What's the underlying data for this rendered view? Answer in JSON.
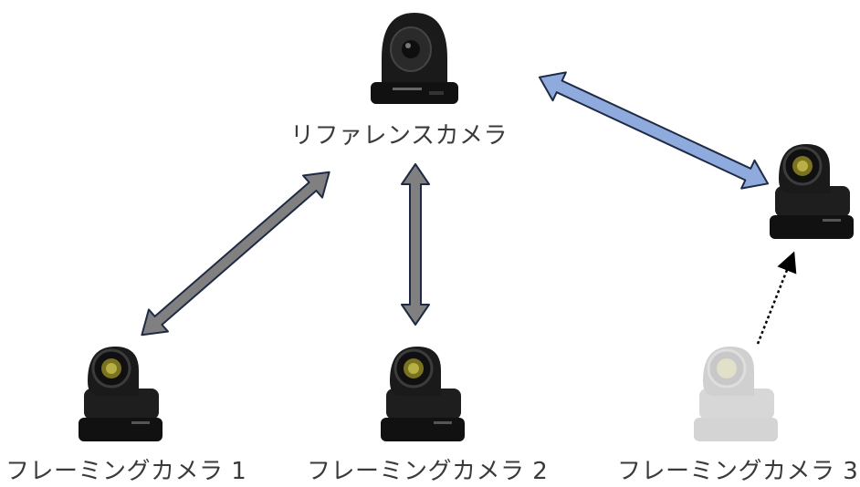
{
  "labels": {
    "reference": "リファレンスカメラ",
    "framing1": "フレーミングカメラ 1",
    "framing2": "フレーミングカメラ 2",
    "framing3": "フレーミングカメラ 3"
  },
  "icons": {
    "reference": "dome-ptz-camera-icon",
    "framing": "ptz-camera-icon"
  },
  "colors": {
    "link_gray_fill": "#808080",
    "link_blue_fill": "#8FAADC",
    "arrow_outline": "#1F2A44",
    "label_text": "#3a3a3a",
    "camera_body": "#1a1a1a",
    "camera_faded": "#d0d0d0"
  }
}
